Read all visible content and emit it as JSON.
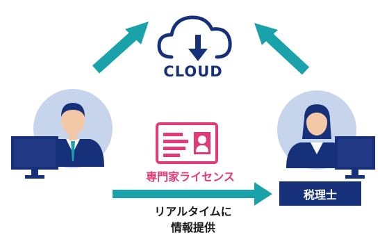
{
  "colors": {
    "navy": "#16317a",
    "teal": "#1aa2aa",
    "pink": "#e23a78",
    "avatar_bg": "#c7d5ec",
    "skin": "#f3c8a6",
    "suit": "#16317a",
    "text_dark": "#1a1a1a"
  },
  "icons": [
    "cloud-download-icon",
    "license-card-icon",
    "male-accountant-figure",
    "female-tax-accountant-figure",
    "monitor-icon"
  ],
  "cloud": {
    "label": "CLOUD"
  },
  "license": {
    "label": "専門家ライセンス"
  },
  "transfer": {
    "line1": "リアルタイムに",
    "line2": "情報提供"
  },
  "tax_accountant": {
    "label": "税理士"
  }
}
